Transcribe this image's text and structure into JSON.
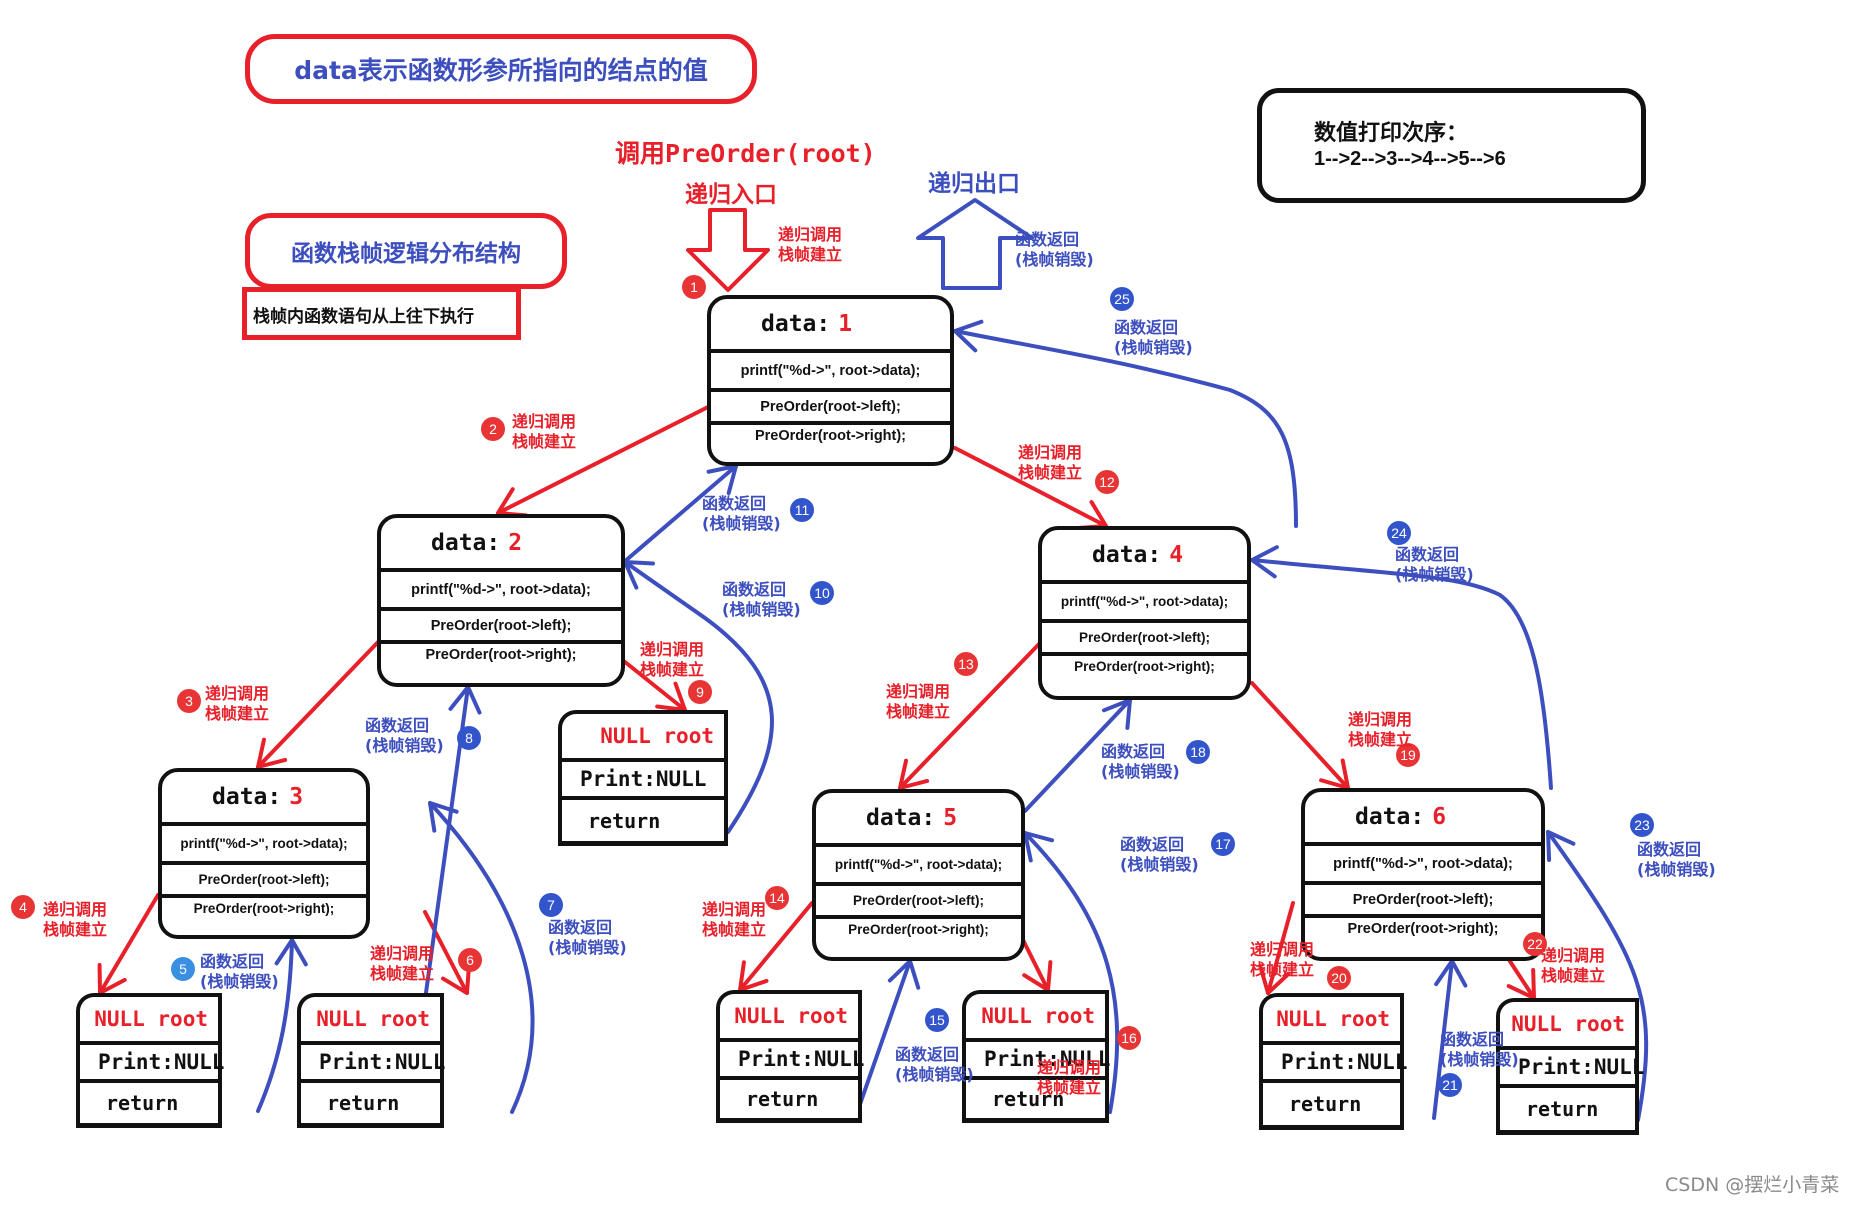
{
  "header": {
    "title": "data表示函数形参所指向的结点的值",
    "structure_title": "函数栈帧逻辑分布结构",
    "note": "栈帧内函数语句从上往下执行",
    "call_label": "调用PreOrder(root)",
    "entry_label": "递归入口",
    "exit_label": "递归出口"
  },
  "print_order": {
    "title": "数值打印次序：",
    "sequence": "1-->2-->3-->4-->5-->6"
  },
  "common": {
    "data_prefix": "data:",
    "print_stmt": "printf(\"%d->\", root->data);",
    "left_stmt": "PreOrder(root->left);",
    "right_stmt": "PreOrder(root->right);",
    "null_root": "NULL root",
    "null_print": "Print:NULL",
    "null_return": "return",
    "call_line1": "递归调用",
    "call_line2": "栈帧建立",
    "ret_line1": "函数返回",
    "ret_line2": "(栈帧销毁)"
  },
  "nodes": [
    {
      "id": "n1",
      "value": "1"
    },
    {
      "id": "n2",
      "value": "2"
    },
    {
      "id": "n3",
      "value": "3"
    },
    {
      "id": "n4",
      "value": "4"
    },
    {
      "id": "n5",
      "value": "5"
    },
    {
      "id": "n6",
      "value": "6"
    }
  ],
  "null_frames": [
    {
      "id": "null-3-left",
      "parent": "3"
    },
    {
      "id": "null-3-right",
      "parent": "3"
    },
    {
      "id": "null-2-right",
      "parent": "2"
    },
    {
      "id": "null-5-left",
      "parent": "5"
    },
    {
      "id": "null-5-right",
      "parent": "5"
    },
    {
      "id": "null-6-left",
      "parent": "6"
    },
    {
      "id": "null-6-right",
      "parent": "6"
    }
  ],
  "steps": [
    {
      "n": "1",
      "type": "call",
      "to": "1"
    },
    {
      "n": "2",
      "type": "call",
      "from": "1",
      "to": "2"
    },
    {
      "n": "3",
      "type": "call",
      "from": "2",
      "to": "3"
    },
    {
      "n": "4",
      "type": "call",
      "from": "3",
      "to": "NULL"
    },
    {
      "n": "5",
      "type": "return",
      "from": "NULL",
      "to": "3"
    },
    {
      "n": "6",
      "type": "call",
      "from": "3",
      "to": "NULL"
    },
    {
      "n": "7",
      "type": "return",
      "from": "NULL",
      "to": "3"
    },
    {
      "n": "8",
      "type": "return",
      "from": "3",
      "to": "2"
    },
    {
      "n": "9",
      "type": "call",
      "from": "2",
      "to": "NULL"
    },
    {
      "n": "10",
      "type": "return",
      "from": "NULL",
      "to": "2"
    },
    {
      "n": "11",
      "type": "return",
      "from": "2",
      "to": "1"
    },
    {
      "n": "12",
      "type": "call",
      "from": "1",
      "to": "4"
    },
    {
      "n": "13",
      "type": "call",
      "from": "4",
      "to": "5"
    },
    {
      "n": "14",
      "type": "call",
      "from": "5",
      "to": "NULL"
    },
    {
      "n": "15",
      "type": "return",
      "from": "NULL",
      "to": "5"
    },
    {
      "n": "16",
      "type": "call",
      "from": "5",
      "to": "NULL"
    },
    {
      "n": "17",
      "type": "return",
      "from": "NULL",
      "to": "5"
    },
    {
      "n": "18",
      "type": "return",
      "from": "5",
      "to": "4"
    },
    {
      "n": "19",
      "type": "call",
      "from": "4",
      "to": "6"
    },
    {
      "n": "20",
      "type": "call",
      "from": "6",
      "to": "NULL"
    },
    {
      "n": "21",
      "type": "return",
      "from": "NULL",
      "to": "6"
    },
    {
      "n": "22",
      "type": "call",
      "from": "6",
      "to": "NULL"
    },
    {
      "n": "23",
      "type": "return",
      "from": "NULL",
      "to": "6"
    },
    {
      "n": "24",
      "type": "return",
      "from": "6",
      "to": "4"
    },
    {
      "n": "25",
      "type": "return",
      "from": "4",
      "to": "1"
    }
  ],
  "colors": {
    "call": "#e8202a",
    "return": "#3d4fbf",
    "frame_border": "#111111"
  },
  "watermark": "CSDN @摆烂小青菜"
}
